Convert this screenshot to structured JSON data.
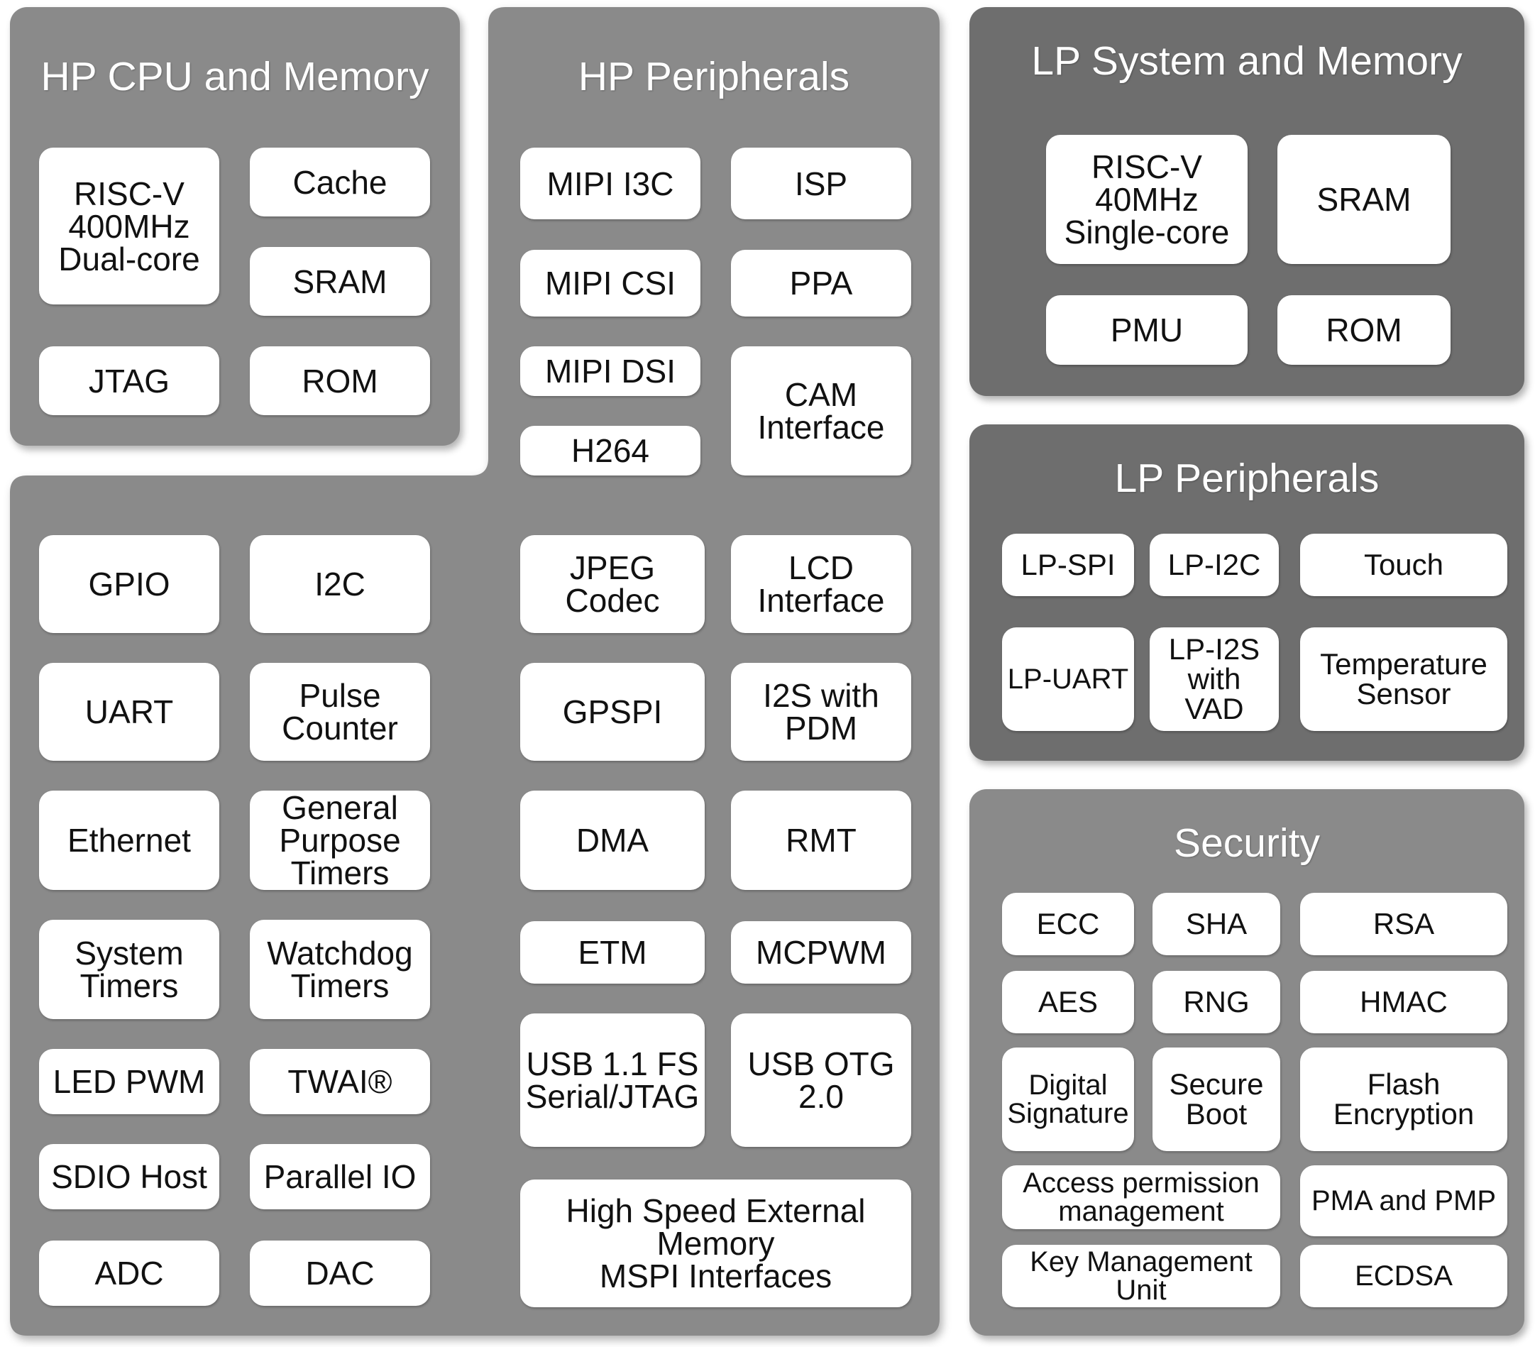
{
  "colors": {
    "panel_light": "#8a8a8a",
    "panel_dark": "#6e6e6e",
    "block": "#ffffff",
    "block_text": "#111111",
    "title_text": "#ffffff"
  },
  "hp_cpu": {
    "title": "HP CPU and Memory",
    "risc_v": "RISC-V\n400MHz\nDual-core",
    "cache": "Cache",
    "sram": "SRAM",
    "jtag": "JTAG",
    "rom": "ROM"
  },
  "hp_peripherals": {
    "title": "HP Peripherals",
    "mipi_i3c": "MIPI I3C",
    "isp": "ISP",
    "mipi_csi": "MIPI CSI",
    "ppa": "PPA",
    "mipi_dsi": "MIPI DSI",
    "h264": "H264",
    "cam_interface": "CAM\nInterface",
    "jpeg_codec": "JPEG\nCodec",
    "lcd_interface": "LCD\nInterface",
    "gpspi": "GPSPI",
    "i2s_pdm": "I2S with\nPDM",
    "dma": "DMA",
    "rmt": "RMT",
    "etm": "ETM",
    "mcpwm": "MCPWM",
    "usb_serial_jtag": "USB 1.1 FS\nSerial/JTAG",
    "usb_otg": "USB OTG\n2.0",
    "mspi": "High Speed External\nMemory\nMSPI Interfaces",
    "gpio": "GPIO",
    "i2c": "I2C",
    "uart": "UART",
    "pulse_counter": "Pulse\nCounter",
    "ethernet": "Ethernet",
    "gp_timers": "General\nPurpose\nTimers",
    "system_timers": "System\nTimers",
    "watchdog_timers": "Watchdog\nTimers",
    "led_pwm": "LED PWM",
    "twai": "TWAI®",
    "sdio_host": "SDIO Host",
    "parallel_io": "Parallel IO",
    "adc": "ADC",
    "dac": "DAC"
  },
  "lp_system": {
    "title": "LP System and Memory",
    "risc_v": "RISC-V\n40MHz\nSingle-core",
    "sram": "SRAM",
    "pmu": "PMU",
    "rom": "ROM"
  },
  "lp_peripherals": {
    "title": "LP Peripherals",
    "lp_spi": "LP-SPI",
    "lp_i2c": "LP-I2C",
    "touch": "Touch",
    "lp_uart": "LP-UART",
    "lp_i2s": "LP-I2S\nwith\nVAD",
    "temp_sensor": "Temperature\nSensor"
  },
  "security": {
    "title": "Security",
    "ecc": "ECC",
    "sha": "SHA",
    "rsa": "RSA",
    "aes": "AES",
    "rng": "RNG",
    "hmac": "HMAC",
    "digital_signature": "Digital\nSignature",
    "secure_boot": "Secure\nBoot",
    "flash_encryption": "Flash\nEncryption",
    "apm": "Access permission\nmanagement",
    "pma_pmp": "PMA and PMP",
    "kmu": "Key Management\nUnit",
    "ecdsa": "ECDSA"
  }
}
